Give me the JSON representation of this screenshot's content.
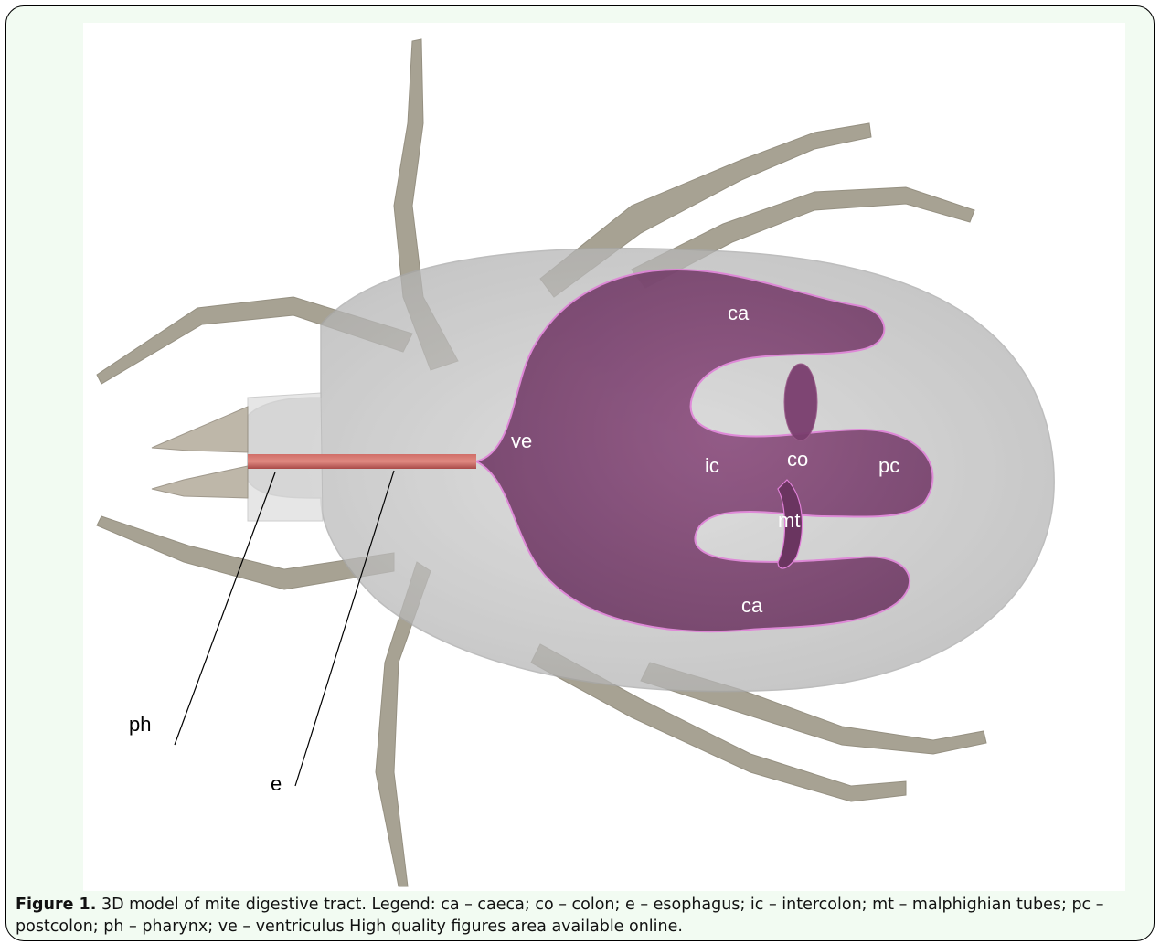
{
  "figure": {
    "label": "Figure 1.",
    "caption": "3D model of mite digestive tract. Legend: ca – caeca; co – colon; e – esophagus; ic – intercolon; mt – malphighian tubes; pc – postcolon; ph – pharynx; ve – ventriculus  High quality figures area available online.",
    "labels": {
      "ca_top": "ca",
      "ca_bottom": "ca",
      "ve": "ve",
      "ic": "ic",
      "co": "co",
      "pc": "pc",
      "mt": "mt",
      "ph": "ph",
      "e": "e"
    }
  },
  "colors": {
    "border": "#000000",
    "panel_background": "#f2fbf2",
    "body": "#c8c8c8",
    "legs": "#9e9888",
    "digestive_tract": "#7a3e6e",
    "tract_outline": "#e080d8",
    "esophagus": "#c8605c"
  }
}
